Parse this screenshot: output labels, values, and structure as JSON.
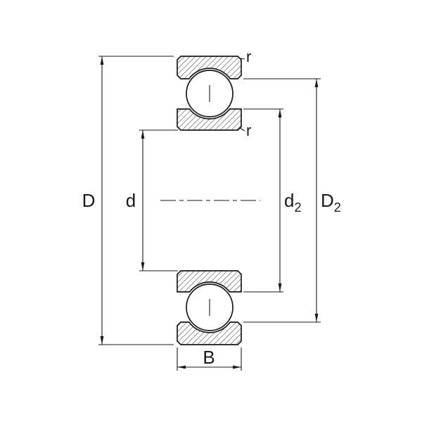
{
  "labels": {
    "outer_diameter": "D",
    "bore_diameter": "d",
    "d2_base": "d",
    "d2_sub": "2",
    "D2_base": "D",
    "D2_sub": "2",
    "width": "B",
    "radius_outer": "r",
    "radius_inner": "r"
  },
  "colors": {
    "line": "#1a1a1a",
    "hatch": "#1a1a1a",
    "background": "#ffffff"
  }
}
